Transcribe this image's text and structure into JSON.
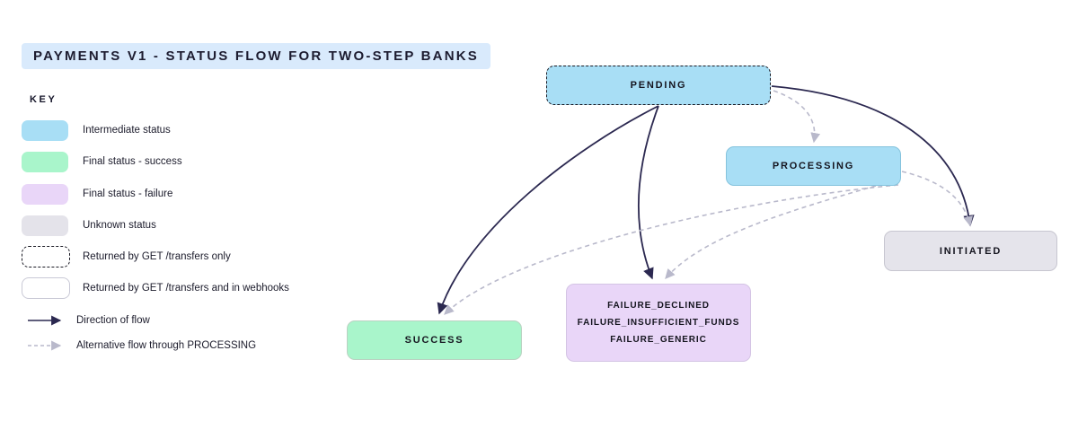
{
  "title": "PAYMENTS V1 - STATUS FLOW FOR TWO-STEP BANKS",
  "key": {
    "heading": "KEY",
    "items": [
      {
        "swatch": "intermediate",
        "label": "Intermediate status"
      },
      {
        "swatch": "success",
        "label": "Final status - success"
      },
      {
        "swatch": "failure",
        "label": "Final status - failure"
      },
      {
        "swatch": "unknown",
        "label": "Unknown status"
      },
      {
        "swatch": "dashed-box",
        "label": "Returned by GET /transfers only"
      },
      {
        "swatch": "solid-box",
        "label": "Returned by GET /transfers and in webhooks"
      },
      {
        "swatch": "solid-arrow",
        "label": "Direction of flow"
      },
      {
        "swatch": "dashed-arrow",
        "label": "Alternative flow through PROCESSING"
      }
    ]
  },
  "nodes": {
    "pending": {
      "label": "PENDING"
    },
    "processing": {
      "label": "PROCESSING"
    },
    "initiated": {
      "label": "INITIATED"
    },
    "success": {
      "label": "SUCCESS"
    },
    "failure": {
      "lines": [
        "FAILURE_DECLINED",
        "FAILURE_INSUFFICIENT_FUNDS",
        "FAILURE_GENERIC"
      ]
    }
  },
  "edges": [
    {
      "from": "PENDING",
      "to": "SUCCESS",
      "style": "solid"
    },
    {
      "from": "PENDING",
      "to": "FAILURE",
      "style": "solid"
    },
    {
      "from": "PENDING",
      "to": "INITIATED",
      "style": "solid"
    },
    {
      "from": "PENDING",
      "to": "PROCESSING",
      "style": "dashed"
    },
    {
      "from": "PROCESSING",
      "to": "SUCCESS",
      "style": "dashed"
    },
    {
      "from": "PROCESSING",
      "to": "FAILURE",
      "style": "dashed"
    },
    {
      "from": "PROCESSING",
      "to": "INITIATED",
      "style": "dashed"
    }
  ],
  "colors": {
    "intermediate_fill": "#a8def5",
    "success_fill": "#a9f5cb",
    "failure_fill": "#e9d6f8",
    "unknown_fill": "#e4e3ea",
    "title_highlight": "#d9eafc",
    "flow_arrow": "#2b2850",
    "alt_flow_arrow": "#b9b9cb",
    "text": "#16162a"
  }
}
